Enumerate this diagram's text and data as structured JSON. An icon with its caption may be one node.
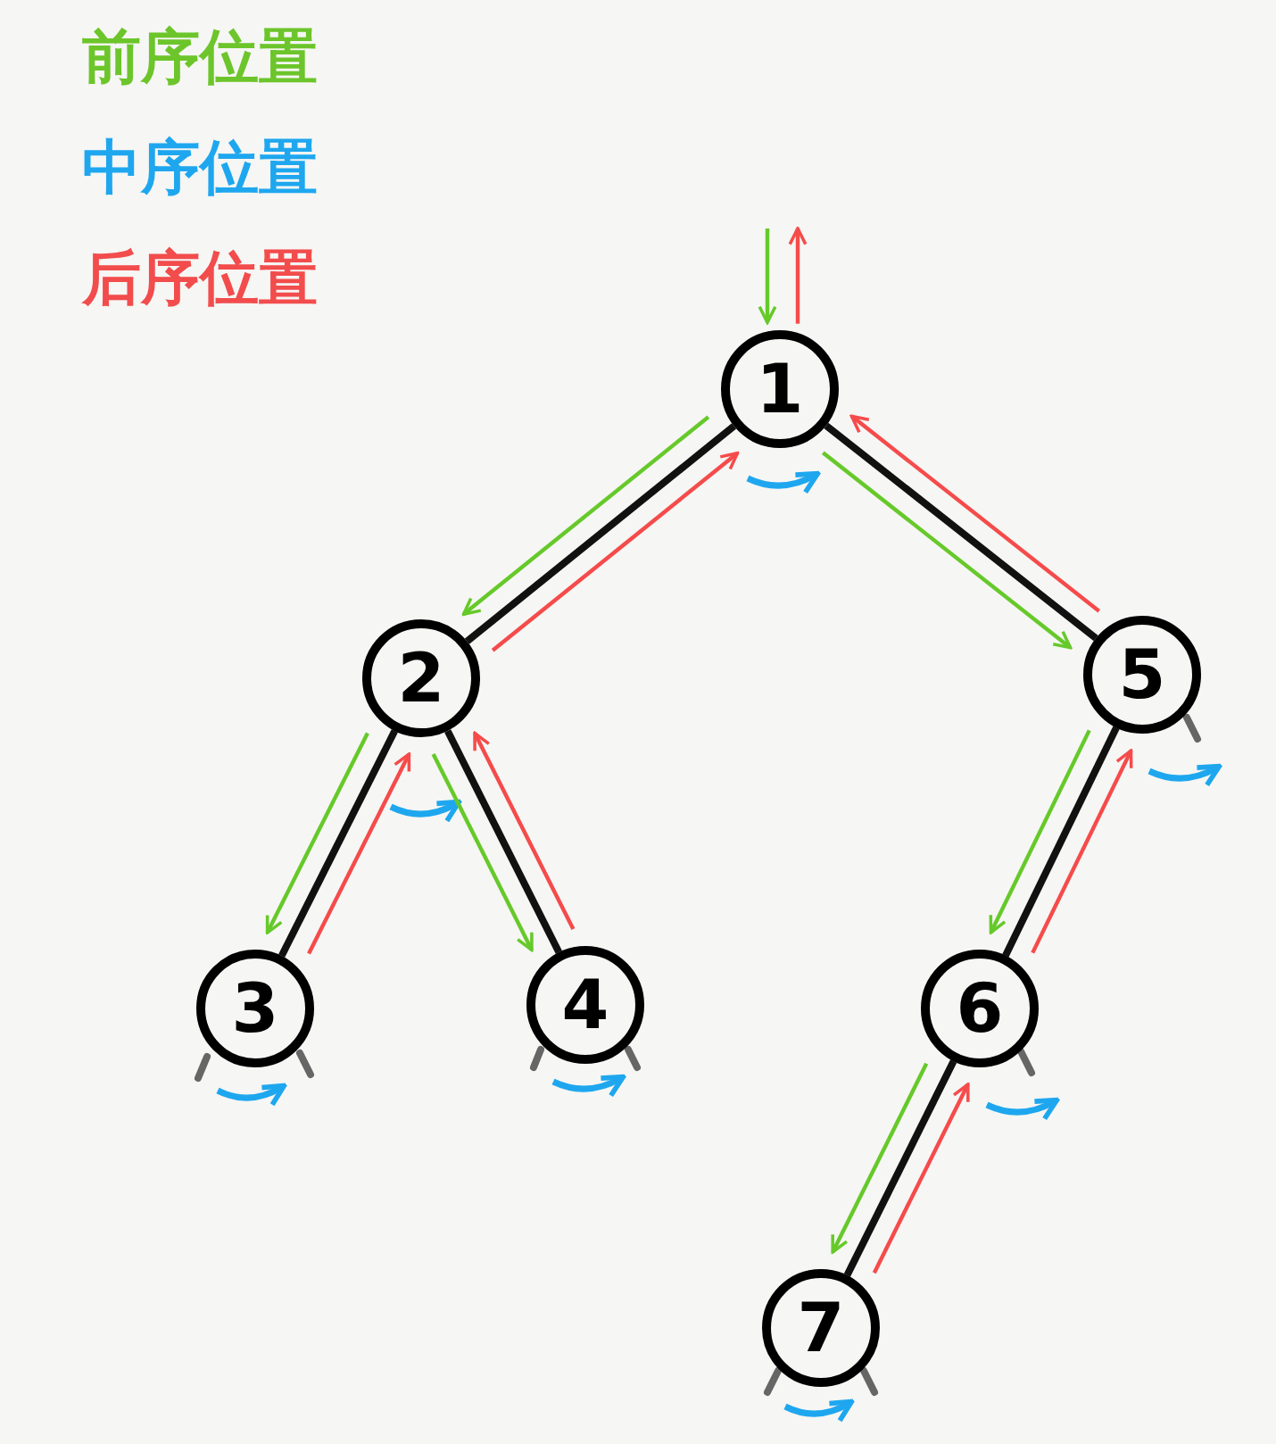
{
  "diagram": {
    "nodes": [
      {
        "text": [
          "1"
        ]
      },
      {
        "text": [
          "2"
        ]
      },
      {
        "text": [
          "3"
        ]
      },
      {
        "text": [
          "4"
        ]
      },
      {
        "text": [
          "5"
        ]
      },
      {
        "text": [
          "6"
        ]
      },
      {
        "text": [
          "7"
        ]
      }
    ],
    "edges": [
      {
        "from": 0,
        "to": 1,
        "arrow": "none",
        "style": "thick",
        "color": "#111111"
      },
      {
        "from": 0,
        "to": 4,
        "arrow": "none",
        "style": "thick",
        "color": "#111111"
      },
      {
        "from": 1,
        "to": 2,
        "arrow": "none",
        "style": "thick",
        "color": "#111111"
      },
      {
        "from": 1,
        "to": 3,
        "arrow": "none",
        "style": "thick",
        "color": "#111111"
      },
      {
        "from": 4,
        "to": 5,
        "arrow": "none",
        "style": "thick",
        "color": "#111111"
      },
      {
        "from": 5,
        "to": 6,
        "arrow": "none",
        "style": "thick",
        "color": "#111111"
      },
      {
        "from": null,
        "to": 0,
        "arrow": "to",
        "color": "#66c92a"
      },
      {
        "from": 0,
        "to": 1,
        "arrow": "to",
        "color": "#66c92a"
      },
      {
        "from": 1,
        "to": 2,
        "arrow": "to",
        "color": "#66c92a"
      },
      {
        "from": 1,
        "to": 3,
        "arrow": "to",
        "color": "#66c92a"
      },
      {
        "from": 0,
        "to": 4,
        "arrow": "to",
        "color": "#66c92a"
      },
      {
        "from": 4,
        "to": 5,
        "arrow": "to",
        "color": "#66c92a"
      },
      {
        "from": 5,
        "to": 6,
        "arrow": "to",
        "color": "#66c92a"
      },
      {
        "from": 0,
        "to": null,
        "arrow": "to",
        "color": "#f54b4b"
      },
      {
        "from": 1,
        "to": 0,
        "arrow": "to",
        "color": "#f54b4b"
      },
      {
        "from": 2,
        "to": 1,
        "arrow": "to",
        "color": "#f54b4b"
      },
      {
        "from": 3,
        "to": 1,
        "arrow": "to",
        "color": "#f54b4b"
      },
      {
        "from": 4,
        "to": 0,
        "arrow": "to",
        "color": "#f54b4b"
      },
      {
        "from": 5,
        "to": 4,
        "arrow": "to",
        "color": "#f54b4b"
      },
      {
        "from": 6,
        "to": 5,
        "arrow": "to",
        "color": "#f54b4b"
      }
    ],
    "legend": [
      {
        "text": "前序位置",
        "color": "#6cc52a"
      },
      {
        "text": "中序位置",
        "color": "#1ea7ef"
      },
      {
        "text": "后序位置",
        "color": "#f24c4c"
      }
    ]
  }
}
